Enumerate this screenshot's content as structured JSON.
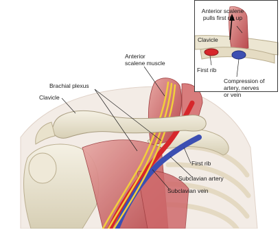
{
  "main_labels": {
    "anterior_scalene_line1": "Anterior",
    "anterior_scalene_line2": "scalene muscle",
    "brachial_plexus": "Brachial plexus",
    "clavicle": "Clavicle",
    "first_rib": "First rib",
    "subclavian_artery": "Subclavian artery",
    "subclavian_vein": "Subclavian vein"
  },
  "inset_labels": {
    "anterior_scalene_line1": "Anterior scalene",
    "anterior_scalene_line2": "pulls first rib up",
    "clavicle": "Clavicle",
    "first_rib": "First rib",
    "compression_line1": "Compression of",
    "compression_line2": "artery, nerves",
    "compression_line3": "or vein"
  },
  "colors": {
    "muscle": "#c9575a",
    "muscle_light": "#e3a3a0",
    "bone": "#ece7d6",
    "bone_shadow": "#cfc6ac",
    "artery": "#d6272b",
    "vein": "#3c4fb2",
    "nerve": "#f2cf3c",
    "background": "#ffffff"
  }
}
